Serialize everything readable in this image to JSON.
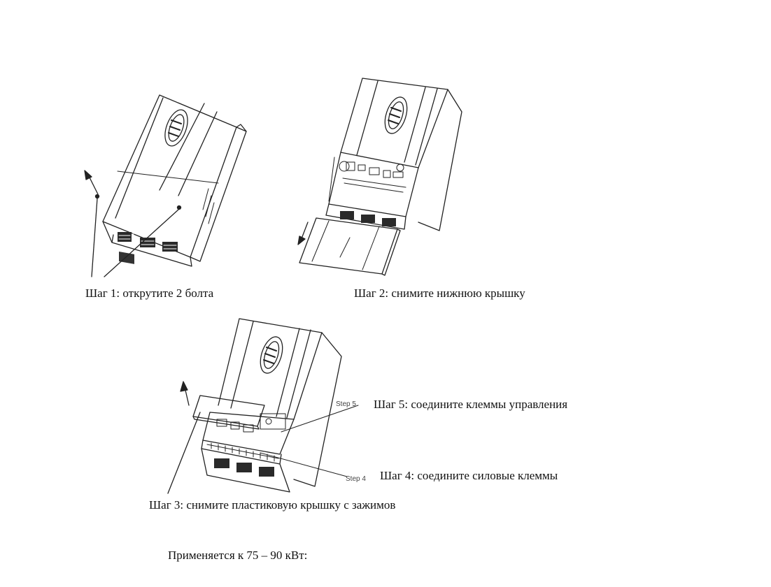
{
  "captions": {
    "step1": "Шаг 1: открутите 2 болта",
    "step2": "Шаг 2: снимите нижнюю крышку",
    "step3": "Шаг 3: снимите пластиковую крышку с зажимов",
    "step4": "Шаг 4: соедините силовые клеммы",
    "step5": "Шаг 5: соедините клеммы управления",
    "footer": "Применяется к 75 – 90 кВт:"
  },
  "tags": {
    "step5": "Step 5",
    "step4": "Step 4"
  }
}
